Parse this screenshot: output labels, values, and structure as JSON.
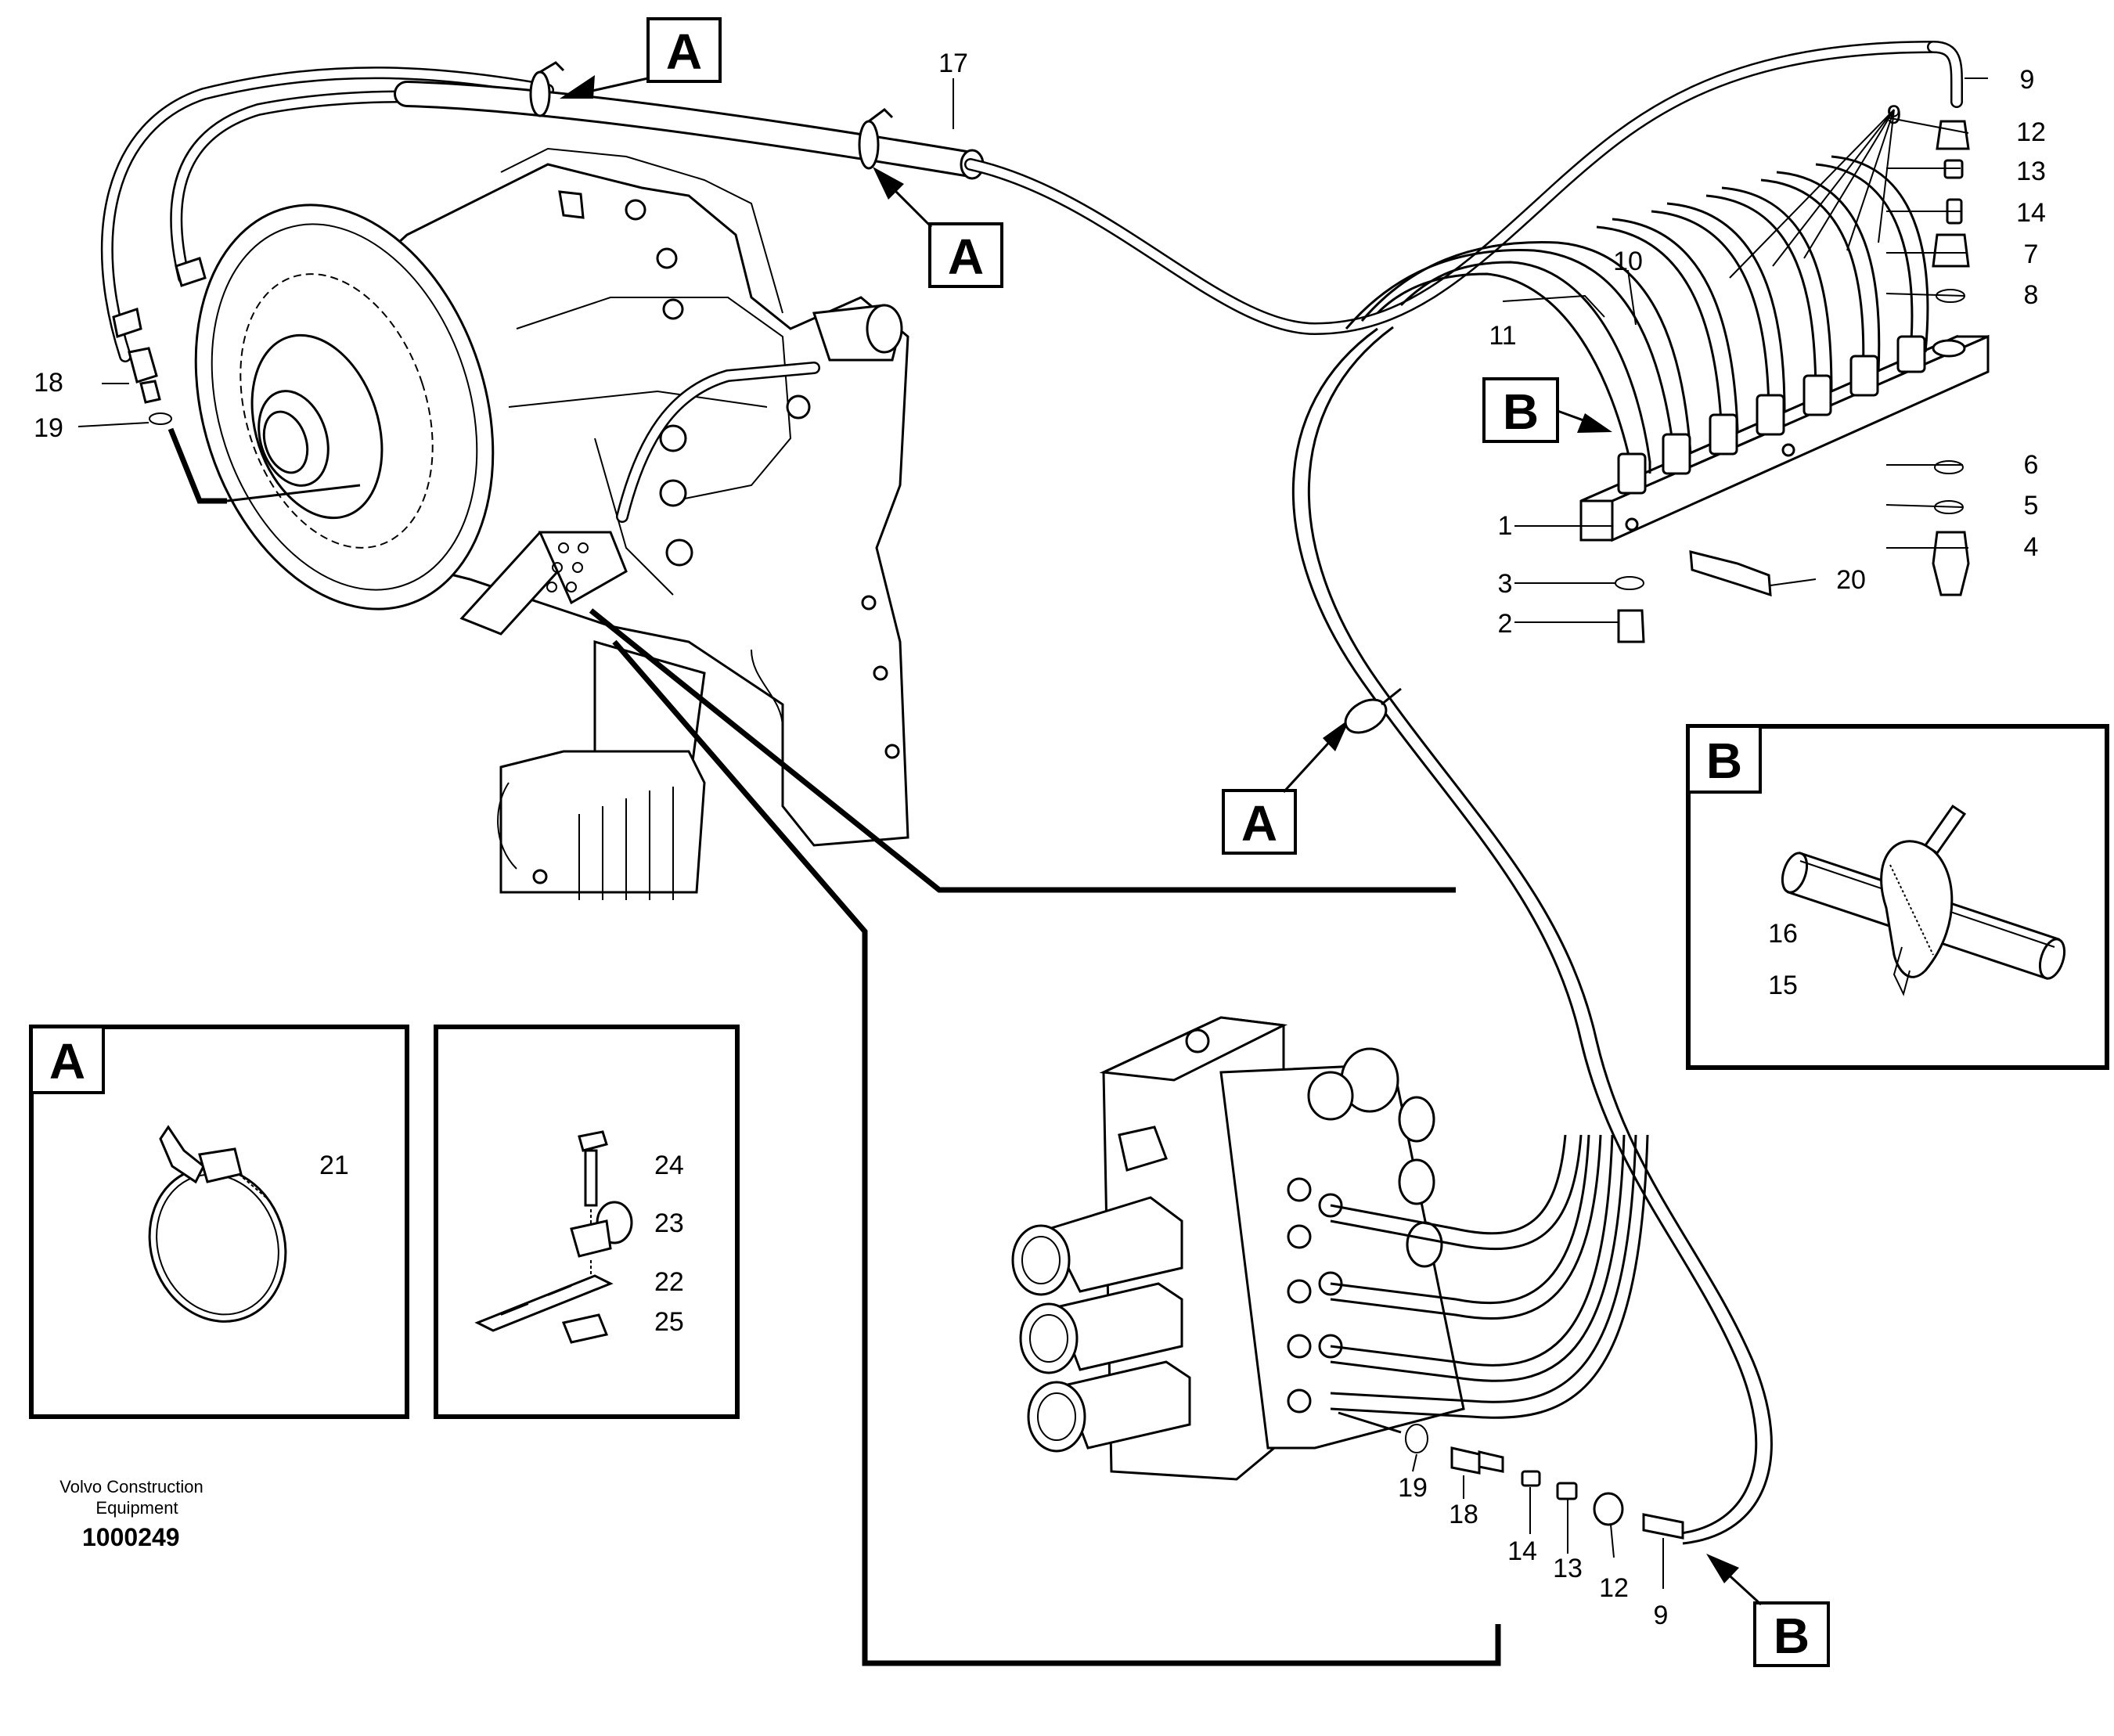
{
  "brand": {
    "line1": "Volvo Construction",
    "line2": "Equipment",
    "doc_number": "1000249"
  },
  "detail_letters": {
    "A": "A",
    "B": "B"
  },
  "part_labels": {
    "main_top": {
      "p17": "17",
      "p18": "18",
      "p19": "19"
    },
    "manifold": {
      "p1": "1",
      "p2": "2",
      "p3": "3",
      "p4": "4",
      "p5": "5",
      "p6": "6",
      "p7": "7",
      "p8": "8",
      "p9a": "9",
      "p9b": "9",
      "p10": "10",
      "p11": "11",
      "p12": "12",
      "p13": "13",
      "p14": "14",
      "p20": "20"
    },
    "valve_bottom": {
      "p19": "19",
      "p18": "18",
      "p14": "14",
      "p13": "13",
      "p12": "12",
      "p9": "9"
    },
    "inset_A": {
      "p21": "21"
    },
    "inset_clip": {
      "p22": "22",
      "p23": "23",
      "p24": "24",
      "p25": "25"
    },
    "inset_B": {
      "p15": "15",
      "p16": "16"
    }
  }
}
